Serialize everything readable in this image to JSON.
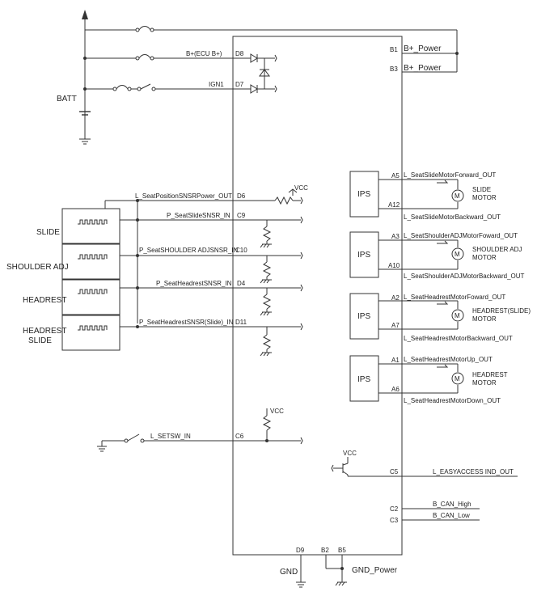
{
  "colors": {
    "line": "#333333",
    "text": "#222222",
    "background": "#ffffff"
  },
  "battery": {
    "label": "BATT"
  },
  "supply": {
    "b1_pin": "B1",
    "b1_net": "B+_Power",
    "b3_pin": "B3",
    "b3_net": "B+_Power",
    "ecu_pin": "D8",
    "ecu_net": "B+(ECU B+)",
    "ign_pin": "D7",
    "ign_net": "IGN1"
  },
  "sensors": {
    "power_pin": "D6",
    "power_net": "L_SeatPositionSNSRPower_OUT",
    "vcc": "VCC",
    "blocks": [
      "SLIDE",
      "SHOULDER ADJ",
      "HEADREST",
      "HEADREST SLIDE"
    ],
    "inputs": [
      {
        "pin": "C9",
        "net": "P_SeatSlideSNSR_IN"
      },
      {
        "pin": "C10",
        "net": "P_SeatSHOULDER ADJSNSR_IN"
      },
      {
        "pin": "D4",
        "net": "P_SeatHeadrestSNSR_IN"
      },
      {
        "pin": "D11",
        "net": "P_SeatHeadrestSNSR(Slide)_IN"
      }
    ]
  },
  "motors": [
    {
      "ips": "IPS",
      "pin_fwd": "A5",
      "net_fwd": "L_SeatSlideMotorForward_OUT",
      "pin_back": "A12",
      "net_back": "L_SeatSlideMotorBackward_OUT",
      "name_line1": "SLIDE",
      "name_line2": "MOTOR"
    },
    {
      "ips": "IPS",
      "pin_fwd": "A3",
      "net_fwd": "L_SeatShoulderADJMotorFoward_OUT",
      "pin_back": "A10",
      "net_back": "L_SeatShoulderADJMotorBackward_OUT",
      "name_line1": "SHOULDER ADJ",
      "name_line2": "MOTOR"
    },
    {
      "ips": "IPS",
      "pin_fwd": "A2",
      "net_fwd": "L_SeatHeadrestMotorFoward_OUT",
      "pin_back": "A7",
      "net_back": "L_SeatHeadrestMotorBackward_OUT",
      "name_line1": "HEADREST(SLIDE)",
      "name_line2": "MOTOR"
    },
    {
      "ips": "IPS",
      "pin_fwd": "A1",
      "net_fwd": "L_SeatHeadrestMotorUp_OUT",
      "pin_back": "A6",
      "net_back": "L_SeatHeadrestMotorDown_OUT",
      "name_line1": "HEADREST",
      "name_line2": "MOTOR"
    }
  ],
  "motor_symbol": "M",
  "setsw": {
    "pin": "C6",
    "net": "L_SETSW_IN",
    "vcc": "VCC"
  },
  "easy_access": {
    "pin": "C5",
    "net": "L_EASYACCESS IND_OUT",
    "vcc": "VCC"
  },
  "can": [
    {
      "pin": "C2",
      "net": "B_CAN_High"
    },
    {
      "pin": "C3",
      "net": "B_CAN_Low"
    }
  ],
  "grounds": {
    "d9_pin": "D9",
    "gnd": "GND",
    "b2_pin": "B2",
    "b5_pin": "B5",
    "gnd_power": "GND_Power"
  }
}
